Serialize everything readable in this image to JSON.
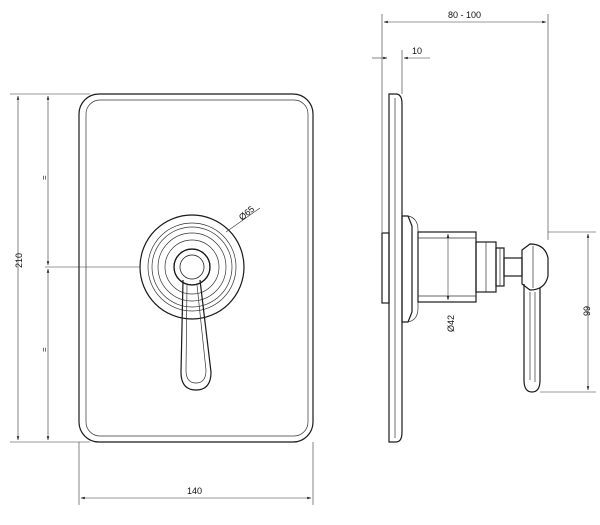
{
  "dimensions": {
    "plate_width": "140",
    "plate_height": "210",
    "equal_mark": "=",
    "depth": "80 - 100",
    "plate_thickness": "10",
    "diameter_escutcheon": "Ø65",
    "diameter_body": "Ø42",
    "handle_height": "99"
  },
  "colors": {
    "line": "#1a1a1a",
    "background": "#ffffff"
  }
}
